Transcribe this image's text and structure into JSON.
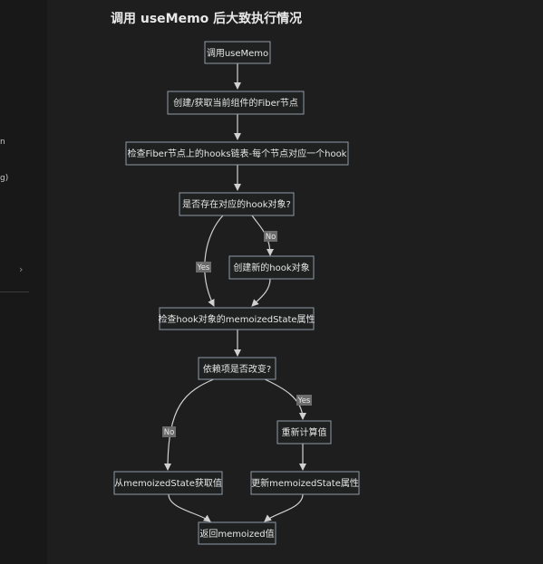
{
  "sidebar": {
    "fragments": [
      "n",
      "g)"
    ],
    "chevron": "›"
  },
  "title": "调用 useMemo 后大致执行情况",
  "nodes": {
    "call": "调用useMemo",
    "create_fiber": "创建/获取当前组件的Fiber节点",
    "check_hooks": "检查Fiber节点上的hooks链表-每个节点对应一个hook",
    "hook_exists": "是否存在对应的hook对象?",
    "create_hook": "创建新的hook对象",
    "check_state": "检查hook对象的memoizedState属性",
    "deps_changed": "依赖项是否改变?",
    "recompute": "重新计算值",
    "get_from_state": "从memoizedState获取值",
    "update_state": "更新memoizedState属性",
    "return_value": "返回memoized值"
  },
  "edge_labels": {
    "yes1": "Yes",
    "no1": "No",
    "yes2": "Yes",
    "no2": "No"
  },
  "colors": {
    "background": "#1e1e1e",
    "node_fill": "#1f2020",
    "node_stroke": "#8f9ba6",
    "edge": "#d0d0d0",
    "label_bg": "#6b6b6b"
  }
}
